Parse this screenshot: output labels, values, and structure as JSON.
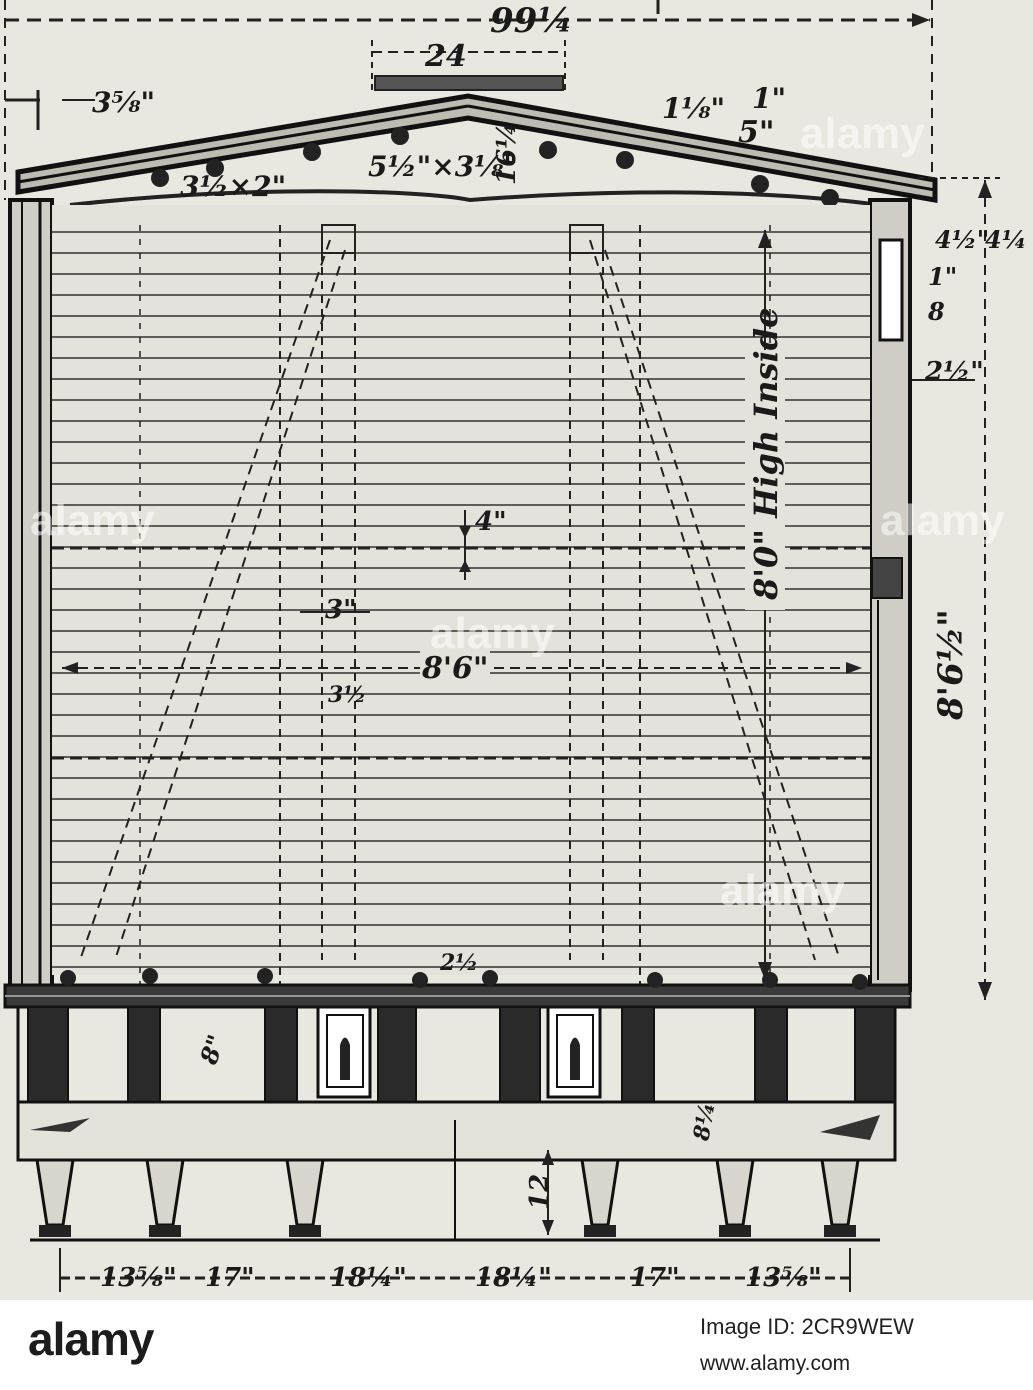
{
  "drawing": {
    "dimensions": {
      "overall_width": "99¼",
      "ridge_vent": "24",
      "eave_left": "3⅝\"",
      "rafter": "3½×2\"",
      "ridge_pole": "5½\"×3⅛\"",
      "ridge_height": "16¼",
      "rafter_top": "1⅛\"",
      "rafter_right": "1\"",
      "roof_right": "5\"",
      "cornice_a": "4½\"",
      "cornice_b": "4¼",
      "cornice_c": "1\"",
      "cornice_d": "8",
      "side_post": "2½\"",
      "inside_height": "8'0\" High Inside",
      "overall_height": "8'6½\"",
      "belt_rail": "4\"",
      "post_width": "3\"",
      "inside_width": "8'6\"",
      "small_post": "3½",
      "floor_stringer": "2½",
      "sill_depth": "8\"",
      "sill_lower": "8¼",
      "truss_depth": "12",
      "sill_spacing": [
        "13⅝\"",
        "17\"",
        "18¼\"",
        "18¼\"",
        "17\"",
        "13⅝\""
      ]
    },
    "watermark": "alamy"
  },
  "footer": {
    "brand": "alamy",
    "image_id": "Image ID: 2CR9WEW",
    "url": "www.alamy.com"
  }
}
